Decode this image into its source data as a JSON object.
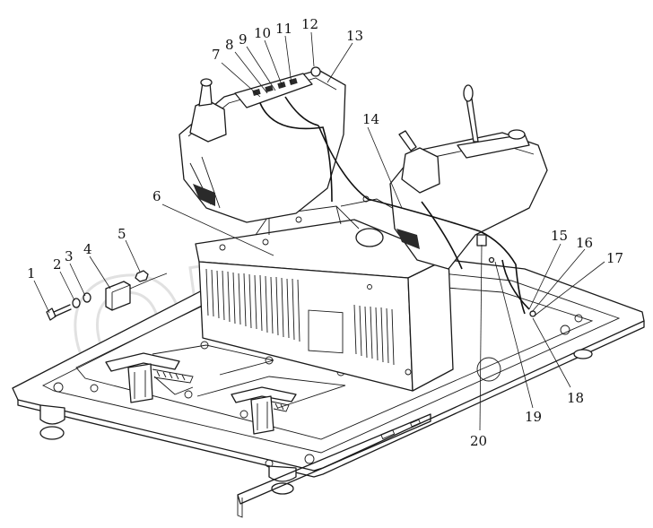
{
  "watermark": "OEM",
  "callouts": [
    {
      "id": "1",
      "label": "1"
    },
    {
      "id": "2",
      "label": "2"
    },
    {
      "id": "3",
      "label": "3"
    },
    {
      "id": "4",
      "label": "4"
    },
    {
      "id": "5",
      "label": "5"
    },
    {
      "id": "6",
      "label": "6"
    },
    {
      "id": "7",
      "label": "7"
    },
    {
      "id": "8",
      "label": "8"
    },
    {
      "id": "9",
      "label": "9"
    },
    {
      "id": "10",
      "label": "10"
    },
    {
      "id": "11",
      "label": "11"
    },
    {
      "id": "12",
      "label": "12"
    },
    {
      "id": "13",
      "label": "13"
    },
    {
      "id": "14",
      "label": "14"
    },
    {
      "id": "15",
      "label": "15"
    },
    {
      "id": "16",
      "label": "16"
    },
    {
      "id": "17",
      "label": "17"
    },
    {
      "id": "18",
      "label": "18"
    },
    {
      "id": "19",
      "label": "19"
    },
    {
      "id": "20",
      "label": "20"
    }
  ]
}
